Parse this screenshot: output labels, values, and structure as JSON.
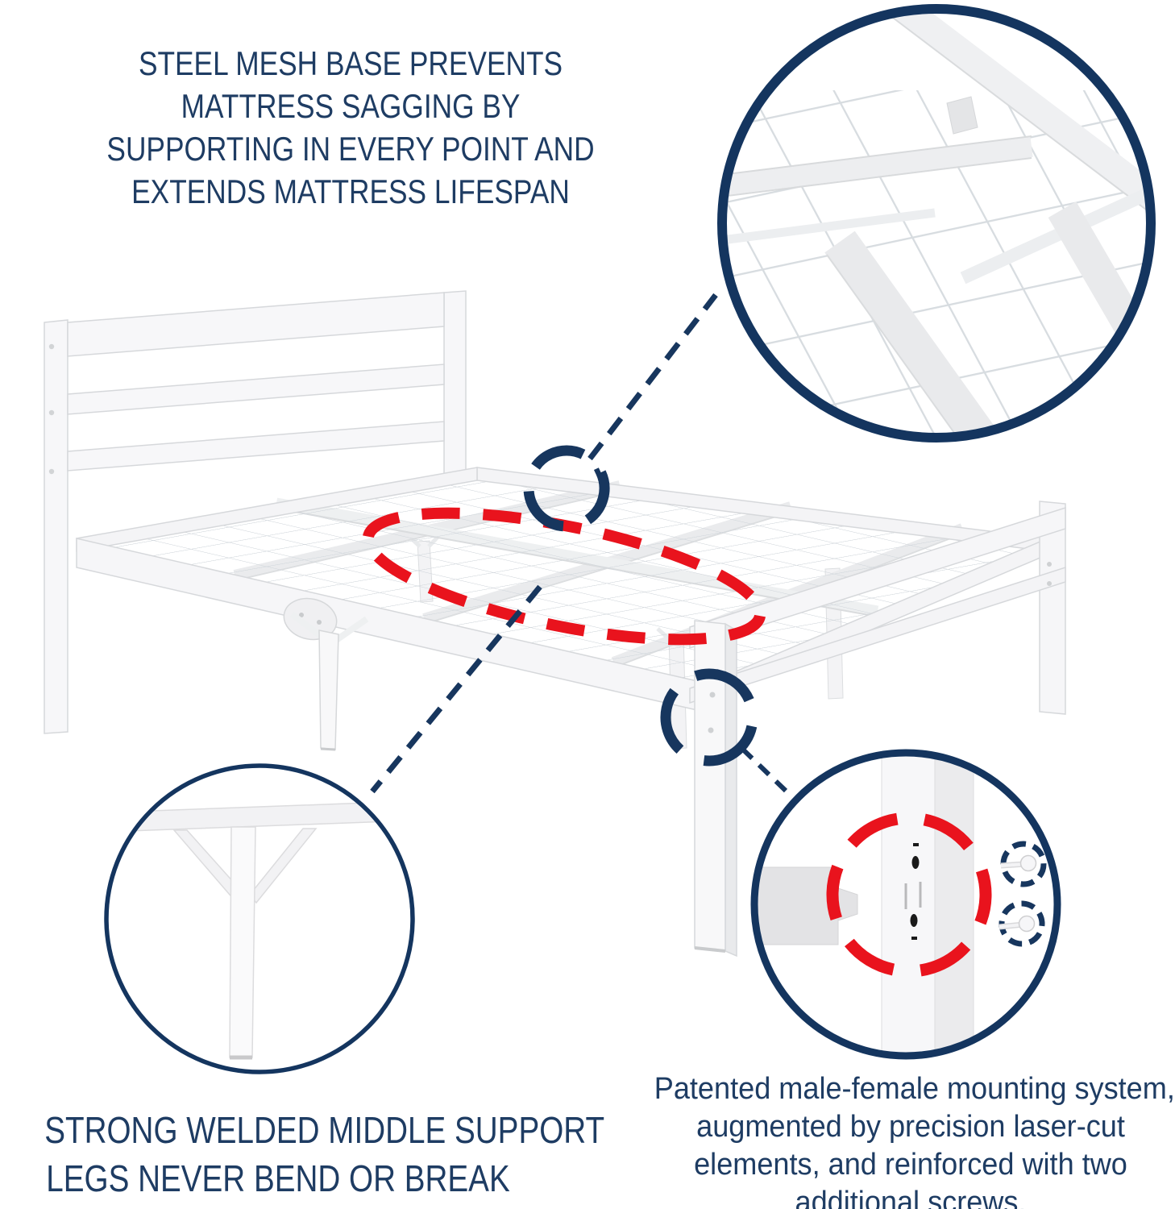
{
  "colors": {
    "navy": "#17365e",
    "ring_navy": "#14355f",
    "red": "#e9131d",
    "text_navy": "#1e3c63",
    "frame_white": "#f6f6f8",
    "mesh_gray": "#d5dade"
  },
  "callouts": {
    "steel_mesh": {
      "lines": [
        "STEEL MESH BASE PREVENTS",
        "MATTRESS SAGGING BY",
        "SUPPORTING IN EVERY POINT AND",
        "EXTENDS MATTRESS LIFESPAN"
      ]
    },
    "support_legs": {
      "lines": [
        "STRONG WELDED MIDDLE SUPPORT",
        "LEGS NEVER BEND OR BREAK"
      ]
    },
    "mounting_system": {
      "lines": [
        "Patented male-female mounting system,",
        "augmented by precision laser-cut",
        "elements, and reinforced with two",
        "additional screws."
      ]
    }
  }
}
